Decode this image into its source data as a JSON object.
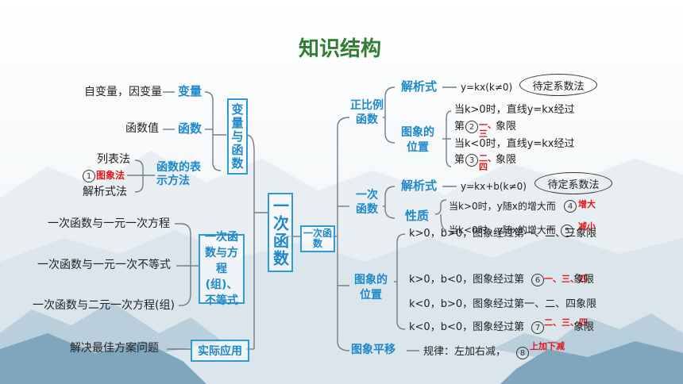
{
  "title": "知识结构",
  "center": "一次函数",
  "left": {
    "var_box": "变量与函数",
    "var_label": "变量",
    "var_desc": "自变量，因变量",
    "func_label": "函数",
    "func_desc": "函数值",
    "rep_label": "函数的表示方法",
    "rep_items": [
      "列表法",
      "图象法",
      "解析式法"
    ],
    "rep_circle": "1",
    "eq_box": "一次函数与方程(组)、不等式",
    "eq_items": [
      "一次函数与一元一次方程",
      "一次函数与一元一次不等式",
      "一次函数与二元一次方程(组)"
    ],
    "app_box": "实际应用",
    "app_item": "解决最佳方案问题"
  },
  "right": {
    "hub": "一次函数",
    "prop": {
      "label": "正比例函数",
      "analytic_label": "解析式",
      "analytic": "y=kx(k≠0)",
      "method": "待定系数法",
      "graph_label": "图象的位置",
      "lines": [
        "当k>0时，直线y=kx经过",
        "第",
        "象限",
        "当k<0时，直线y=kx经过",
        "第",
        "象限"
      ],
      "c2": "2",
      "a2": "一、三",
      "c3": "3",
      "a3": "二、四"
    },
    "linear": {
      "label": "一次函数",
      "analytic_label": "解析式",
      "analytic": "y=kx+b(k≠0)",
      "method": "待定系数法",
      "prop_label": "性质",
      "p1": "当k>0时，y随x的增大而",
      "c4": "4",
      "a4": "增大",
      "p2": "当k<0时，y随x的增大而",
      "c5": "5",
      "a5": "减小"
    },
    "graph": {
      "label": "图象的位置",
      "g1": "k>0，b>0，图象经过第一、二、三象限",
      "g2": "k>0，b<0，图象经过第",
      "c6": "6",
      "a6": "一、三、四",
      "g2end": "象限",
      "g3": "k<0，b>0，图象经过第一、二、四象限",
      "g4": "k<0，b<0，图象经过第",
      "c7": "7",
      "a7": "二、三、四",
      "g4end": "象限"
    },
    "shift": {
      "label": "图象平移",
      "rule": "规律：左加右减，",
      "c8": "8",
      "a8": "上加下减"
    }
  },
  "colors": {
    "title": "#2e7d32",
    "accent": "#1e88c9",
    "answer": "#e3171b"
  }
}
